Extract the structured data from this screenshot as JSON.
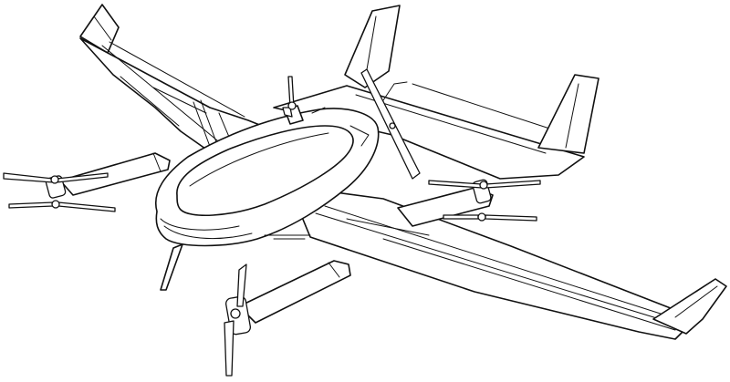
{
  "drawing": {
    "subject": "vtol-fixed-wing-drone",
    "style": "black-line-art-on-white",
    "colors": {
      "line": "#111111",
      "background": "#ffffff"
    },
    "components": {
      "fuselage": 1,
      "wings": 2,
      "vertical-stabilizers": 3,
      "motor-booms": 4,
      "rotors": 5
    }
  }
}
